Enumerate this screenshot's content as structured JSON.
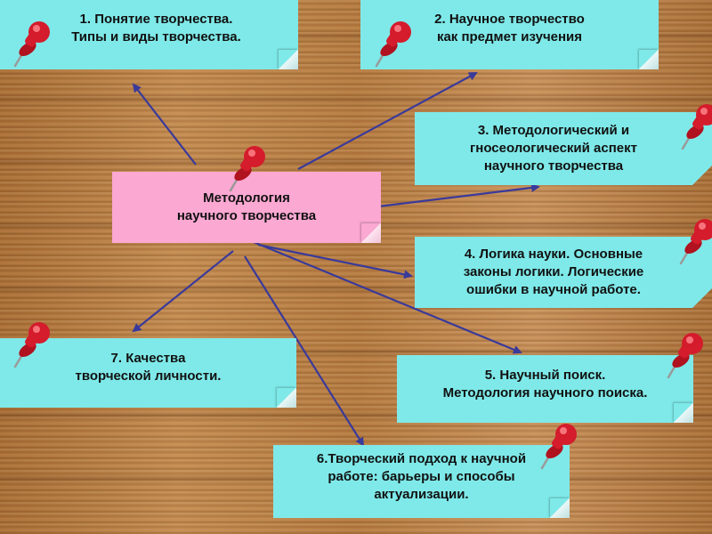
{
  "center": {
    "line1": "Методология",
    "line2": "научного творчества"
  },
  "topics": {
    "t1": {
      "line1": "1.    Понятие творчества.",
      "line2": "Типы и виды творчества."
    },
    "t2": {
      "line1": "2. Научное творчество",
      "line2": "как предмет изучения"
    },
    "t3": {
      "line1": "3. Методологический и",
      "line2": "гносеологический аспект",
      "line3": "научного творчества"
    },
    "t4": {
      "line1": "4. Логика науки. Основные",
      "line2": "законы логики. Логические",
      "line3": "ошибки в научной работе."
    },
    "t5": {
      "line1": "5. Научный поиск.",
      "line2": "Методология научного поиска."
    },
    "t6": {
      "line1": "6.Творческий подход к научной",
      "line2": "работе: барьеры и способы",
      "line3": "актуализации."
    },
    "t7": {
      "line1": "7. Качества",
      "line2": "творческой личности."
    }
  },
  "colors": {
    "note_cyan": "#7fe9e9",
    "note_pink": "#fba8d2",
    "arrow": "#3a3a9a",
    "pin_red": "#d41c2c"
  },
  "icons": [
    "pushpin-icon",
    "arrow-connector"
  ]
}
